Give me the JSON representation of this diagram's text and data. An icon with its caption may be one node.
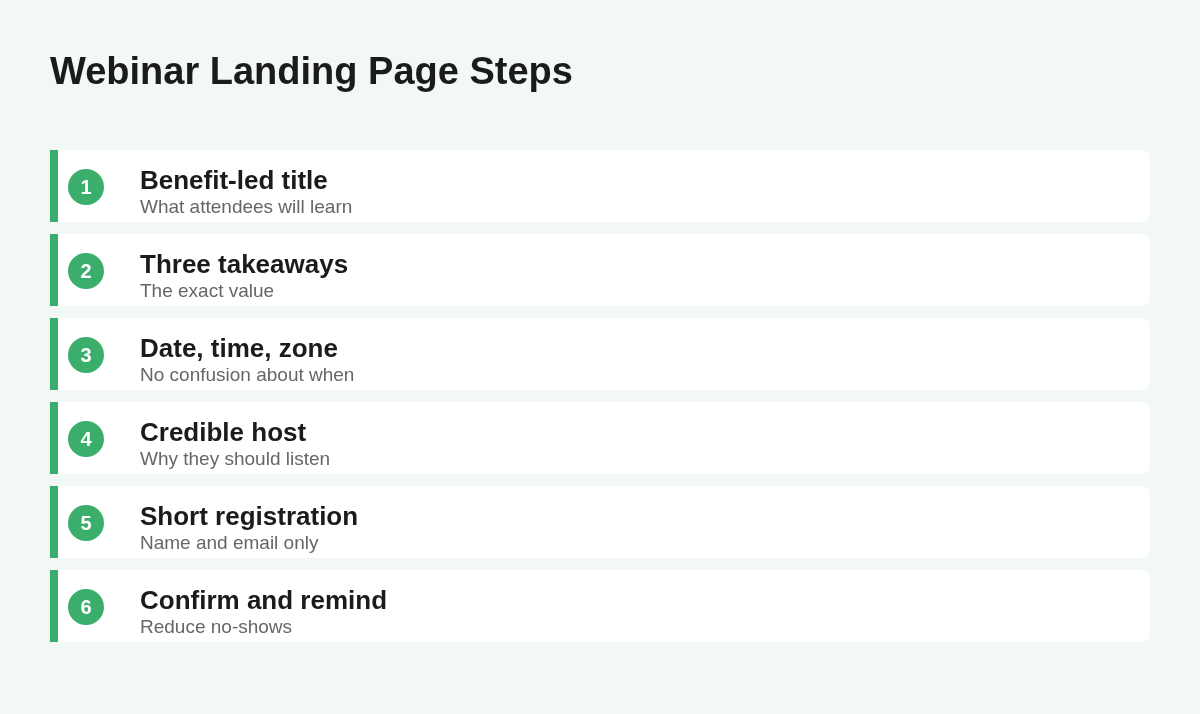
{
  "diagram": {
    "title": "Webinar Landing Page Steps",
    "nodes": [
      {
        "text": [
          "Benefit-led title",
          "What attendees will learn"
        ]
      },
      {
        "text": [
          "1"
        ],
        "in": 0
      },
      {
        "text": [
          "Three takeaways",
          "The exact value"
        ]
      },
      {
        "text": [
          "2"
        ],
        "in": 2
      },
      {
        "text": [
          "Date, time, zone",
          "No confusion about when"
        ]
      },
      {
        "text": [
          "3"
        ],
        "in": 4
      },
      {
        "text": [
          "Credible host",
          "Why they should listen"
        ]
      },
      {
        "text": [
          "4"
        ],
        "in": 6
      },
      {
        "text": [
          "Short registration",
          "Name and email only"
        ]
      },
      {
        "text": [
          "5"
        ],
        "in": 8
      },
      {
        "text": [
          "Confirm and remind",
          "Reduce no-shows"
        ]
      },
      {
        "text": [
          "6"
        ],
        "in": 10
      }
    ]
  }
}
